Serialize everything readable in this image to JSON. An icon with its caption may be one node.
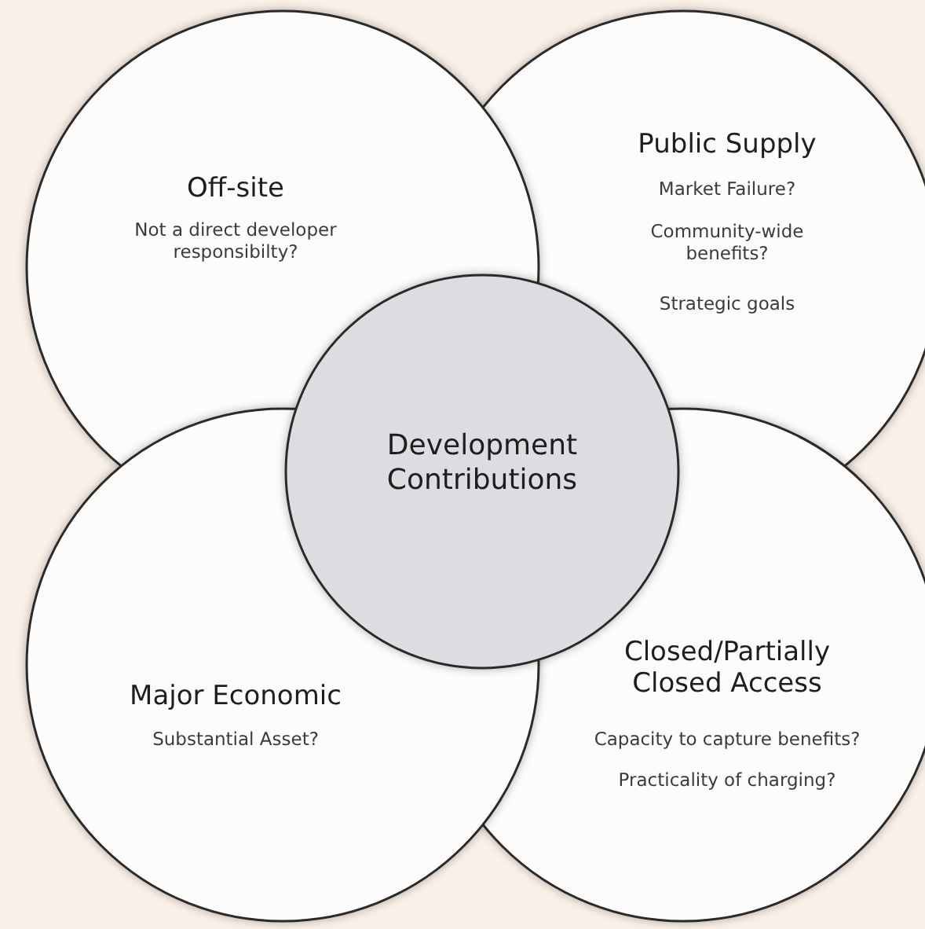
{
  "diagram": {
    "nodes": [
      {
        "text": [
          "Off-site",
          "Not a direct developer responsibilty?"
        ]
      },
      {
        "text": [
          "Public Supply",
          "Market Failure?",
          "Community-wide benefits?",
          "Strategic goals"
        ]
      },
      {
        "text": [
          "Development Contributions"
        ]
      },
      {
        "text": [
          "Major Economic",
          "Substantial Asset?"
        ]
      },
      {
        "text": [
          "Closed/Partially Closed Access",
          "Capacity to capture benefits?",
          "Practicality of charging?"
        ]
      }
    ]
  }
}
